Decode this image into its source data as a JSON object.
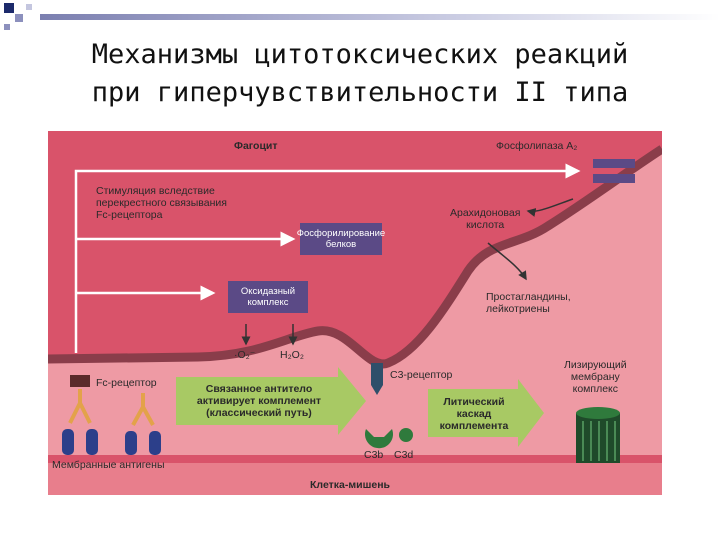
{
  "slide": {
    "title_line1": "Механизмы цитотоксических реакций",
    "title_line2": "при гиперчувствительности II типа"
  },
  "diagram": {
    "phagocyte": "Фагоцит",
    "phospholipase": "Фосфолипаза A₂",
    "stimulation": [
      "Стимуляция вследствие",
      "перекрестного связывания",
      "Fc-рецептора"
    ],
    "phosphorylation": [
      "Фосфорилирование",
      "белков"
    ],
    "arachidonic": [
      "Арахидоновая",
      "кислота"
    ],
    "oxidase": [
      "Оксидазный",
      "комплекс"
    ],
    "superoxide": "·O₂⁻",
    "peroxide": "H₂O₂",
    "prostaglandins": [
      "Простагландины,",
      "лейкотриены"
    ],
    "fc_receptor": "Fc-рецептор",
    "c3_receptor": "C3-рецептор",
    "bound_antibody": [
      "Связанное антитело",
      "активирует комплемент",
      "(классический путь)"
    ],
    "lytic_cascade": [
      "Литический",
      "каскад",
      "комплемента"
    ],
    "mac": [
      "Лизирующий",
      "мембрану",
      "комплекс"
    ],
    "membrane_antigens": "Мембранные антигены",
    "c3b": "C3b",
    "c3d": "C3d",
    "target_cell": "Клетка-мишень"
  },
  "colors": {
    "phagocyte_bg": "#d9536a",
    "target_bg": "#ee9aa4",
    "membrane": "#8a3d4a",
    "purple_box": "#5b4a86",
    "green_arrow": "#a8c964",
    "dark_green": "#2f7a3c",
    "antigen_blue": "#2c3f8a",
    "antibody_orange": "#e3a24a"
  }
}
